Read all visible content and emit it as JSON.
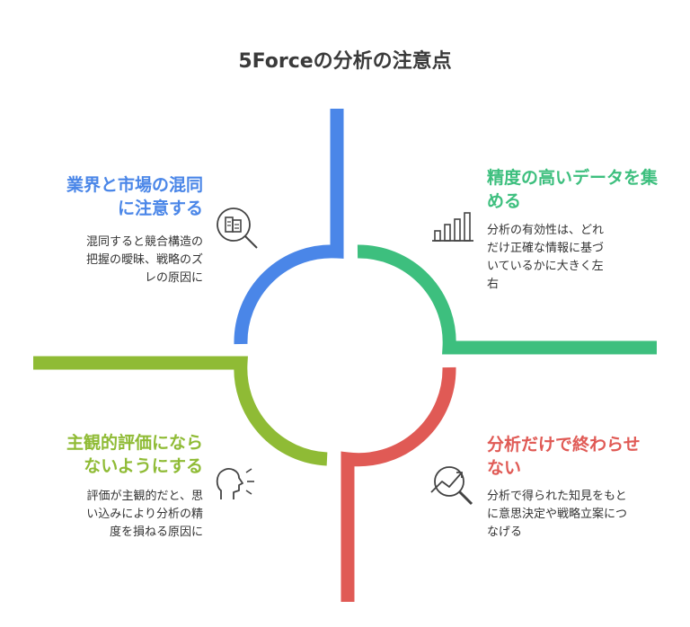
{
  "title": "5Forceの分析の注意点",
  "colors": {
    "blue": "#4a86e8",
    "green": "#3dbf7e",
    "red": "#e05a55",
    "olive": "#8fbb35",
    "icon": "#444444",
    "text": "#333333"
  },
  "quadrants": {
    "top_left": {
      "title_lines": [
        "業界と市場の混同",
        "に注意する"
      ],
      "desc_lines": [
        "混同すると競合構造の",
        "把握の曖昧、戦略のズ",
        "レの原因に"
      ],
      "icon": "document-search-icon"
    },
    "top_right": {
      "title_lines": [
        "精度の高いデータを集",
        "める"
      ],
      "desc_lines": [
        "分析の有効性は、どれ",
        "だけ正確な情報に基づ",
        "いているかに大きく左",
        "右"
      ],
      "icon": "bar-chart-icon"
    },
    "bottom_left": {
      "title_lines": [
        "主観的評価になら",
        "ないようにする"
      ],
      "desc_lines": [
        "評価が主観的だと、思",
        "い込みにより分析の精",
        "度を損ねる原因に"
      ],
      "icon": "head-thinking-icon"
    },
    "bottom_right": {
      "title_lines": [
        "分析だけで終わらせ",
        "ない"
      ],
      "desc_lines": [
        "分析で得られた知見をもと",
        "に意思決定や戦略立案につ",
        "なげる"
      ],
      "icon": "chart-magnifier-icon"
    }
  }
}
